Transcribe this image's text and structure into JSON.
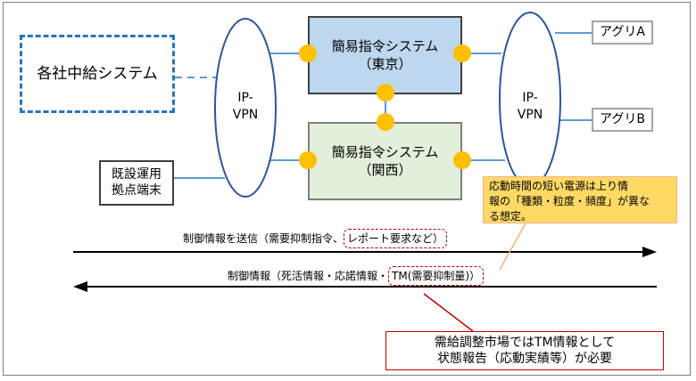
{
  "nodes": {
    "relay_system": "各社中給システム",
    "vpn_left": [
      "IP-",
      "VPN"
    ],
    "vpn_right": [
      "IP-",
      "VPN"
    ],
    "dispatch_tokyo": [
      "簡易指令システム",
      "（東京）"
    ],
    "dispatch_kansai": [
      "簡易指令システム",
      "（関西）"
    ],
    "aggregator_a": "アグリA",
    "aggregator_b": "アグリB",
    "existing_terminal": [
      "既設運用",
      "拠点端末"
    ]
  },
  "notes": {
    "short_response": [
      "応動時間の短い電源は上り情",
      "報の「種類・粒度・頻度」が異な",
      "る想定。"
    ],
    "market": [
      "需給調整市場ではTM情報として",
      "状態報告（応動実績等）が必要"
    ]
  },
  "arrows": {
    "send_label_prefix": "制御情報を送信（需要抑制指令、",
    "send_label_highlight": "レポート要求など）",
    "receive_label_prefix": "制御情報（死活情報・応諾情報・",
    "receive_label_highlight": "TM(需要抑制量)）"
  },
  "colors": {
    "tokyo_fill": "#bdd7ee",
    "kansai_fill": "#e2efda",
    "connector_dot": "#ffc000",
    "note_fill": "#ffd966",
    "highlight_red": "#c00000"
  }
}
